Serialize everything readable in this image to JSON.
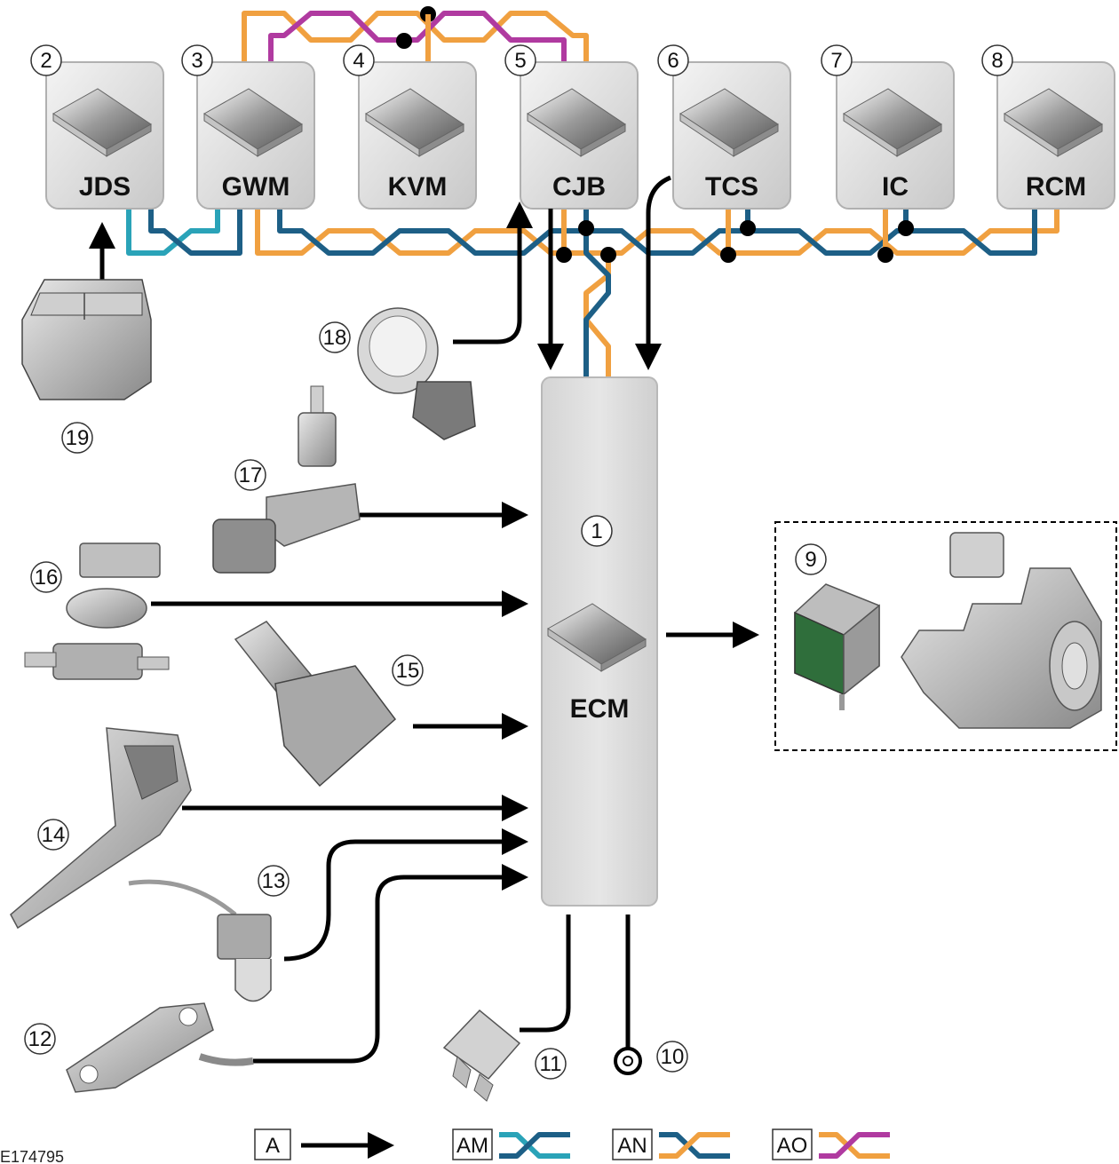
{
  "figure_id": "E174795",
  "ecm": {
    "label": "ECM",
    "number": "1"
  },
  "modules": [
    {
      "number": "2",
      "label": "JDS"
    },
    {
      "number": "3",
      "label": "GWM"
    },
    {
      "number": "4",
      "label": "KVM"
    },
    {
      "number": "5",
      "label": "CJB"
    },
    {
      "number": "6",
      "label": "TCS"
    },
    {
      "number": "7",
      "label": "IC"
    },
    {
      "number": "8",
      "label": "RCM"
    }
  ],
  "components": {
    "starter_relay_group": "9",
    "ground": "10",
    "fuse": "11",
    "crank_sensor": "12",
    "clutch_sensor": "13",
    "accel_pedal": "14",
    "brake_switch": "15",
    "vacuum_sensor": "16",
    "pressure_sensor": "17",
    "start_button": "18",
    "park_switch": "19"
  },
  "key": [
    {
      "code": "A",
      "kind": "arrow"
    },
    {
      "code": "AM",
      "kind": "can",
      "colors": [
        "#2aa3b8",
        "#1d5f86"
      ]
    },
    {
      "code": "AN",
      "kind": "can",
      "colors": [
        "#1d5f86",
        "#f0a040"
      ]
    },
    {
      "code": "AO",
      "kind": "can",
      "colors": [
        "#f0a040",
        "#b03aa0"
      ]
    }
  ],
  "colors": {
    "cyan": "#2aa3b8",
    "dark_blue": "#1d5f86",
    "orange": "#f0a040",
    "magenta": "#b03aa0"
  }
}
